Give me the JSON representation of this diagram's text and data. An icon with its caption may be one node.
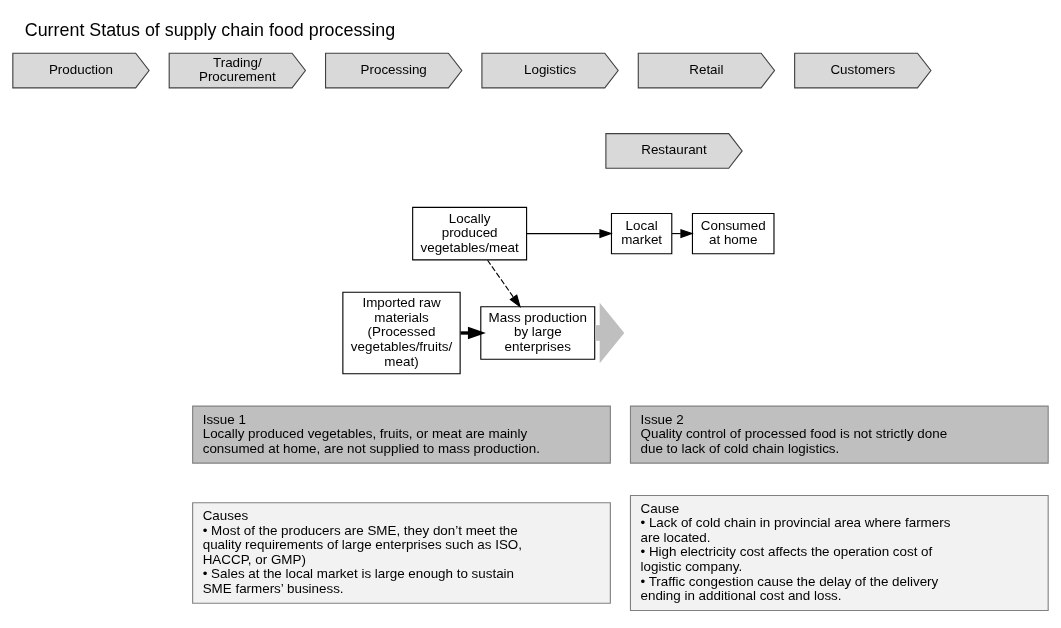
{
  "diagram": {
    "title": "Current Status of supply chain food processing",
    "nodes": [
      {
        "text": [
          "Production"
        ]
      },
      {
        "text": [
          "Trading/ Procurement"
        ]
      },
      {
        "text": [
          "Processing"
        ]
      },
      {
        "text": [
          "Logistics"
        ]
      },
      {
        "text": [
          "Retail"
        ]
      },
      {
        "text": [
          "Restaurant"
        ]
      },
      {
        "text": [
          "Customers"
        ]
      },
      {
        "text": [
          "Locally produced vegetables/meat"
        ]
      },
      {
        "text": [
          "Local market"
        ]
      },
      {
        "text": [
          "Consumed at home"
        ]
      },
      {
        "text": [
          "Imported raw materials (Processed vegetables/fruits/ meat)"
        ]
      },
      {
        "text": [
          "Mass production by large enterprises"
        ]
      },
      {
        "text": [
          "Issue 1",
          "Locally produced vegetables, fruits, or meat are mainly consumed at home, are not supplied to mass production."
        ]
      },
      {
        "text": [
          "Causes",
          "• Most of the producers are SME, they don’t meet the quality requirements of large enterprises such as ISO, HACCP, or GMP)",
          "• Sales at the local market is large enough to sustain SME farmers’ business."
        ]
      },
      {
        "text": [
          "Issue 2",
          "Quality control of processed food is not strictly done due to lack of cold chain logistics."
        ]
      },
      {
        "text": [
          "Cause",
          "• Lack of cold chain in provincial area where farmers are located.",
          "• High electricity cost affects the operation cost of logistic company.",
          "• Traffic congestion cause the delay of the delivery ending in additional cost and loss."
        ]
      }
    ],
    "edges": [
      {
        "from": 7,
        "to": 8,
        "arrow": "to"
      },
      {
        "from": 8,
        "to": 9,
        "arrow": "to"
      },
      {
        "from": 7,
        "to": 11,
        "arrow": "to",
        "style": "dashed"
      },
      {
        "from": 10,
        "to": 11,
        "arrow": "to",
        "style": "thick"
      },
      {
        "from": 11,
        "to": null,
        "arrow": "to",
        "style": "thick",
        "color": "#bfbfbf"
      }
    ]
  }
}
